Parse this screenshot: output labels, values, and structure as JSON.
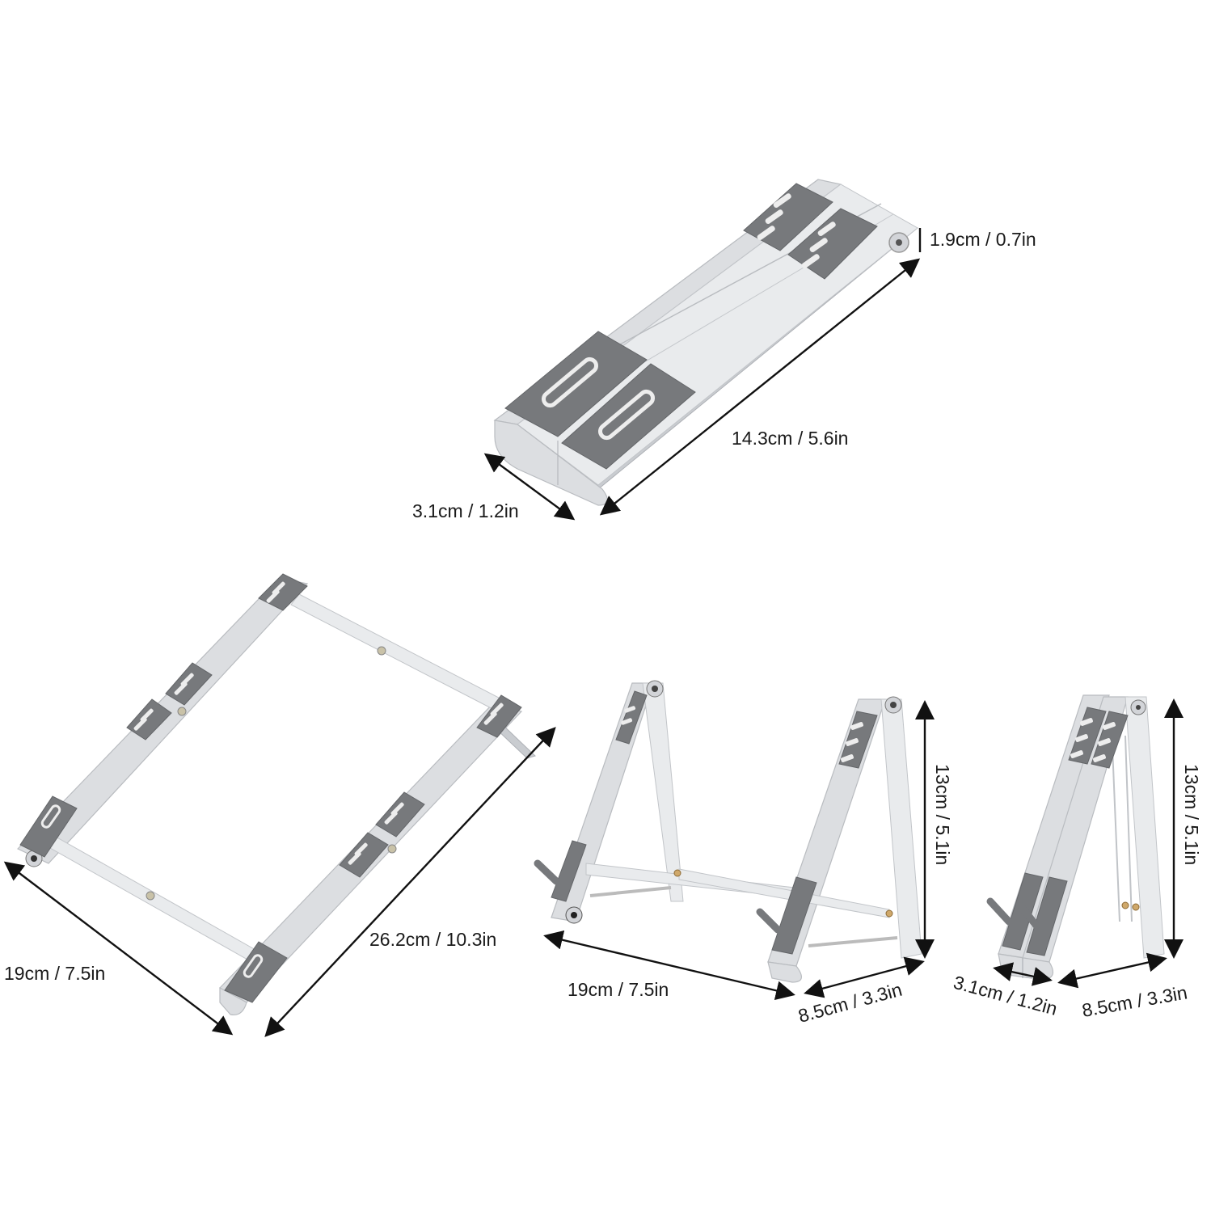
{
  "colors": {
    "background": "#ffffff",
    "aluminum": "#dcdee1",
    "pad": "#77797c",
    "dimension_line": "#111111"
  },
  "views": {
    "folded": {
      "height_label": "1.9cm / 0.7in",
      "length_label": "14.3cm / 5.6in",
      "width_label": "3.1cm / 1.2in"
    },
    "flat": {
      "length_label": "26.2cm / 10.3in",
      "width_label": "19cm / 7.5in"
    },
    "open_stand": {
      "height_label": "13cm / 5.1in",
      "width_label": "19cm / 7.5in",
      "depth_label": "8.5cm / 3.3in"
    },
    "side_stand": {
      "height_label": "13cm / 5.1in",
      "thickness_label": "3.1cm / 1.2in",
      "depth_label": "8.5cm / 3.3in"
    }
  }
}
